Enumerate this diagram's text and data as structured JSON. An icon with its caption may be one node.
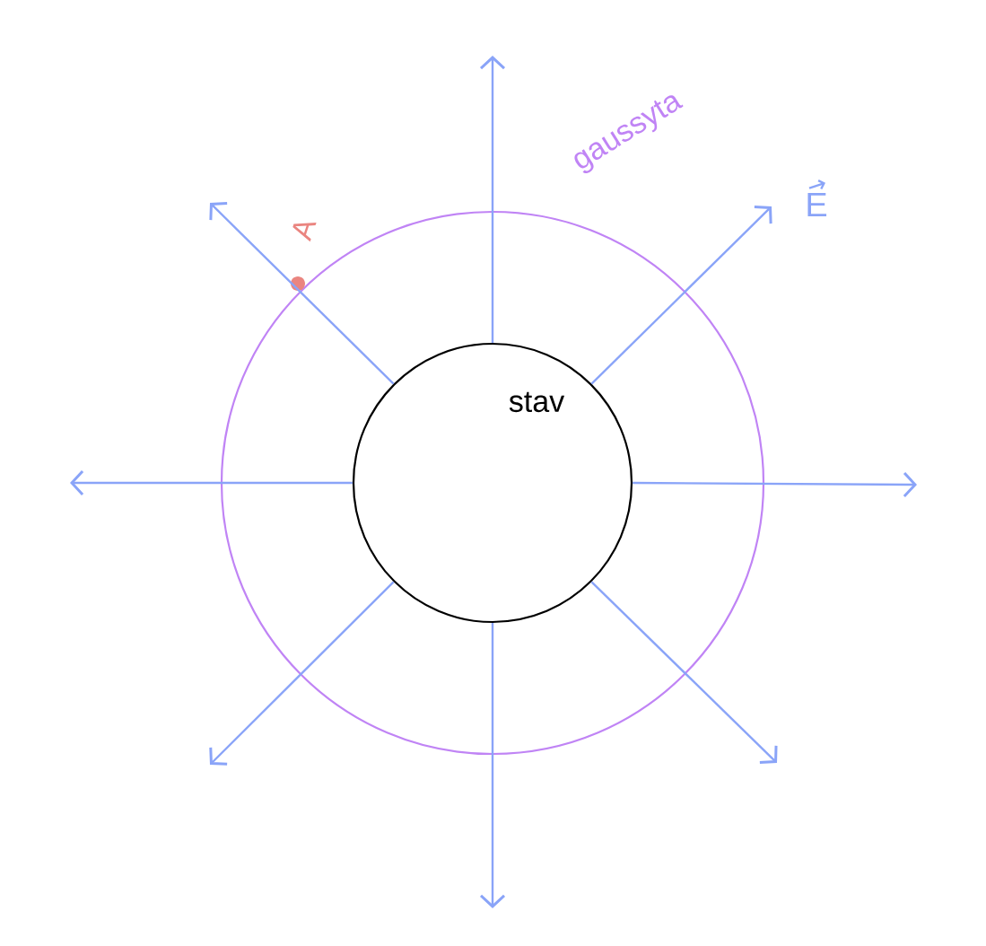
{
  "diagram": {
    "nodes": [
      {
        "text": [
          "gaussyta"
        ]
      },
      {
        "text": [
          "stav"
        ],
        "in": 0
      },
      {
        "text": [
          "A"
        ]
      }
    ],
    "edges": [
      {
        "from": 1,
        "to": null,
        "arrow": "to"
      },
      {
        "from": 1,
        "to": null,
        "arrow": "to",
        "label": "E"
      },
      {
        "from": 1,
        "to": null,
        "arrow": "to"
      },
      {
        "from": 1,
        "to": null,
        "arrow": "to"
      },
      {
        "from": 1,
        "to": null,
        "arrow": "to"
      },
      {
        "from": 1,
        "to": null,
        "arrow": "to"
      },
      {
        "from": 1,
        "to": null,
        "arrow": "to"
      },
      {
        "from": 1,
        "to": null,
        "arrow": "to"
      }
    ]
  }
}
